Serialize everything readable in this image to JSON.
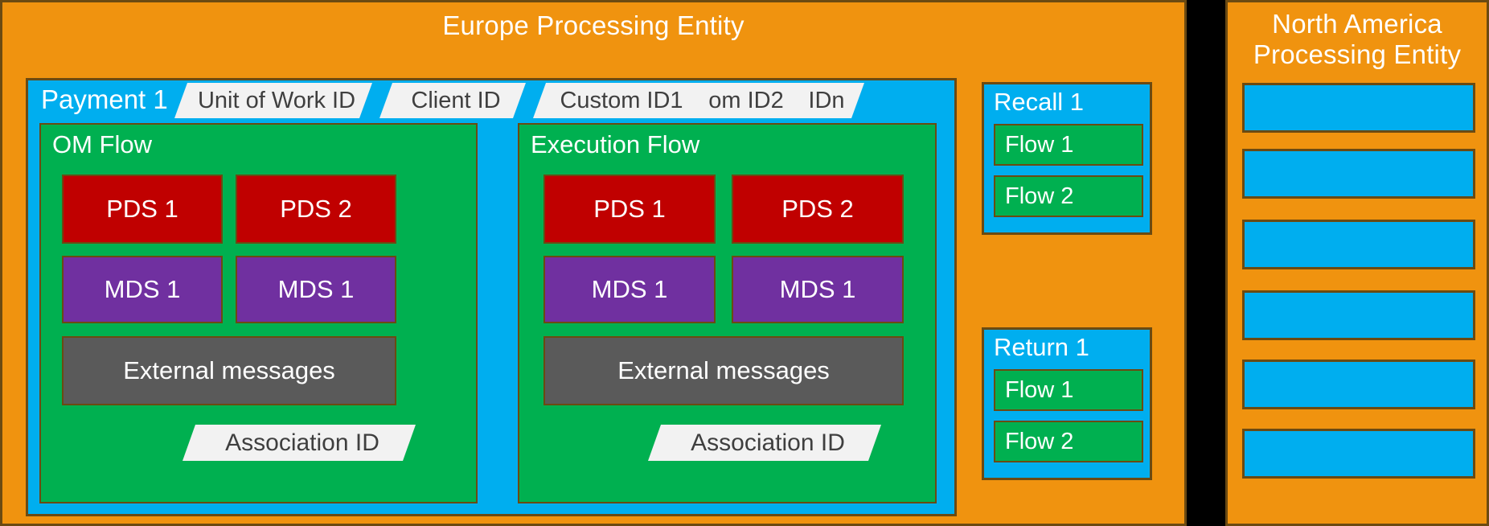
{
  "colors": {
    "entity_orange": "#F0930F",
    "payment_blue": "#00AEEF",
    "flow_green": "#00B050",
    "pds_red": "#C00000",
    "mds_purple": "#7030A0",
    "ext_gray": "#5A5A5A",
    "tag_white": "#F2F2F2",
    "border_brown": "#6B4A12",
    "background_black": "#000000",
    "text_white": "#FFFFFF",
    "tag_text": "#3F3F3F"
  },
  "europe": {
    "title": "Europe Processing Entity",
    "payment": {
      "label": "Payment 1",
      "tags": [
        {
          "text": "Unit of Work ID"
        },
        {
          "text": "Client ID"
        },
        {
          "text": "Custom ID1"
        },
        {
          "text": "om ID2"
        },
        {
          "text": "IDn"
        }
      ],
      "flows": [
        {
          "title": "OM Flow",
          "pds": [
            "PDS 1",
            "PDS 2"
          ],
          "mds": [
            "MDS 1",
            "MDS 1"
          ],
          "external_messages": "External messages",
          "association_id": "Association ID"
        },
        {
          "title": "Execution Flow",
          "pds": [
            "PDS 1",
            "PDS 2"
          ],
          "mds": [
            "MDS 1",
            "MDS 1"
          ],
          "external_messages": "External messages",
          "association_id": "Association ID"
        }
      ]
    },
    "side_stacks": [
      {
        "title": "Recall 1",
        "flows": [
          "Flow 1",
          "Flow 2"
        ]
      },
      {
        "title": "Return 1",
        "flows": [
          "Flow 1",
          "Flow 2"
        ]
      }
    ]
  },
  "north_america": {
    "title": "North America\nProcessing Entity",
    "bars": [
      "",
      "",
      "",
      "",
      "",
      ""
    ]
  }
}
